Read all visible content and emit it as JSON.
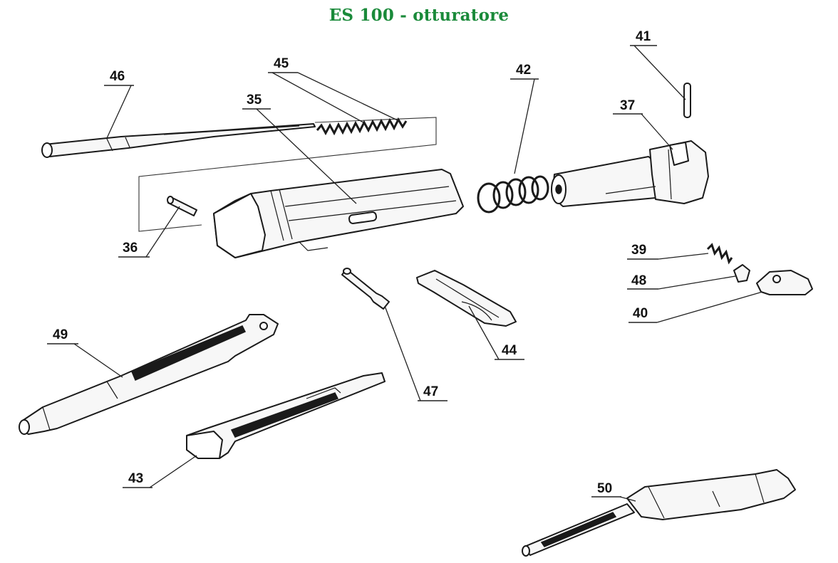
{
  "title": "ES 100 - otturatore",
  "title_color": "#1a8a3a",
  "labels": {
    "p35": "35",
    "p36": "36",
    "p37": "37",
    "p39": "39",
    "p40": "40",
    "p41": "41",
    "p42": "42",
    "p43": "43",
    "p44": "44",
    "p45": "45",
    "p46": "46",
    "p47": "47",
    "p48": "48",
    "p49": "49",
    "p50": "50"
  }
}
